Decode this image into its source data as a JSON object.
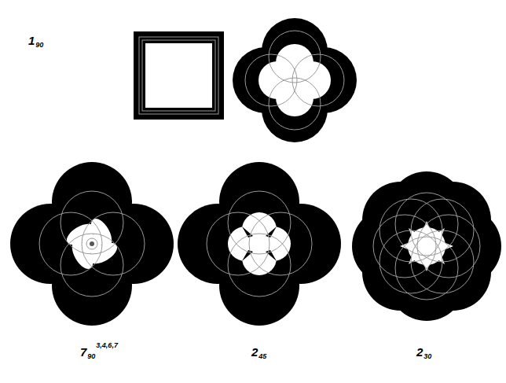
{
  "diagram": {
    "labels": [
      "1",
      "90",
      "7",
      "90",
      "3,4,6,7",
      "2",
      "45",
      "2",
      "30"
    ]
  }
}
